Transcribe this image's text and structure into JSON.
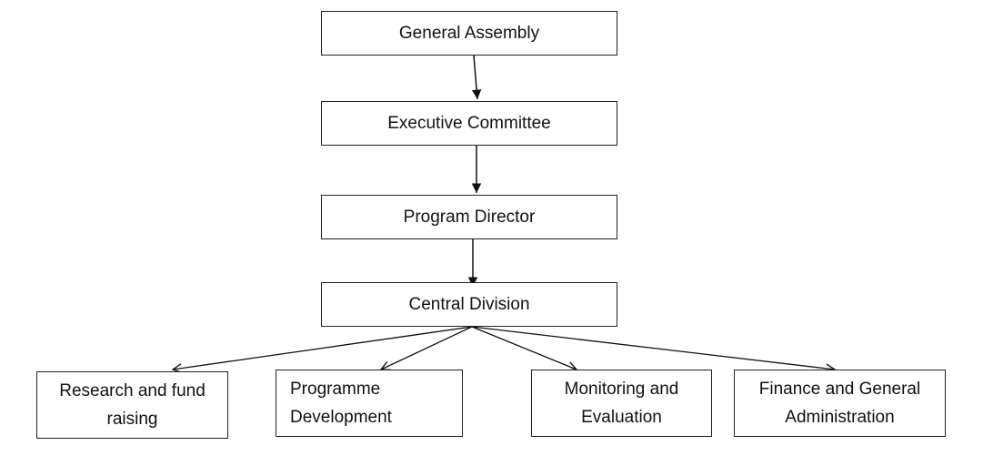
{
  "diagram": {
    "nodes": {
      "general_assembly": "General Assembly",
      "executive_committee": "Executive Committee",
      "program_director": "Program Director",
      "central_division": "Central Division",
      "research": "Research and fund raising",
      "programme_development": "Programme Development",
      "monitoring": "Monitoring and Evaluation",
      "finance": "Finance and General Administration"
    },
    "edges": [
      {
        "from": "general_assembly",
        "to": "executive_committee",
        "head": "filled"
      },
      {
        "from": "executive_committee",
        "to": "program_director",
        "head": "filled"
      },
      {
        "from": "program_director",
        "to": "central_division",
        "head": "filled"
      },
      {
        "from": "central_division",
        "to": "research",
        "head": "open"
      },
      {
        "from": "central_division",
        "to": "programme_development",
        "head": "open"
      },
      {
        "from": "central_division",
        "to": "monitoring",
        "head": "open"
      },
      {
        "from": "central_division",
        "to": "finance",
        "head": "open"
      }
    ],
    "colors": {
      "line": "#111111",
      "box_border": "#222222",
      "text": "#111111",
      "background": "#ffffff"
    }
  }
}
